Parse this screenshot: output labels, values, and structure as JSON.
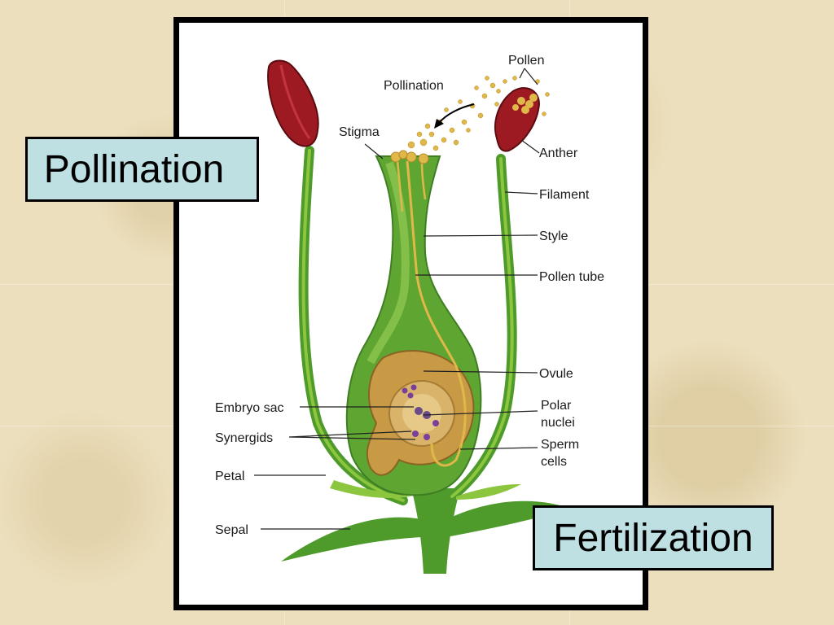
{
  "diagram": {
    "labels": {
      "pollen": "Pollen",
      "pollination": "Pollination",
      "stigma": "Stigma",
      "anther": "Anther",
      "filament": "Filament",
      "style": "Style",
      "pollen_tube": "Pollen tube",
      "ovule": "Ovule",
      "embryo_sac": "Embryo sac",
      "polar_nuclei_1": "Polar",
      "polar_nuclei_2": "nuclei",
      "synergids": "Synergids",
      "sperm_cells_1": "Sperm",
      "sperm_cells_2": "cells",
      "petal": "Petal",
      "sepal": "Sepal"
    },
    "colors": {
      "stem_green": "#4e9a2a",
      "light_green": "#8cc63e",
      "anther_red": "#9e1a22",
      "ovule_tan": "#c99a45",
      "pollen_yellow": "#e0b84a"
    }
  },
  "callouts": {
    "pollination": "Pollination",
    "fertilization": "Fertilization"
  }
}
